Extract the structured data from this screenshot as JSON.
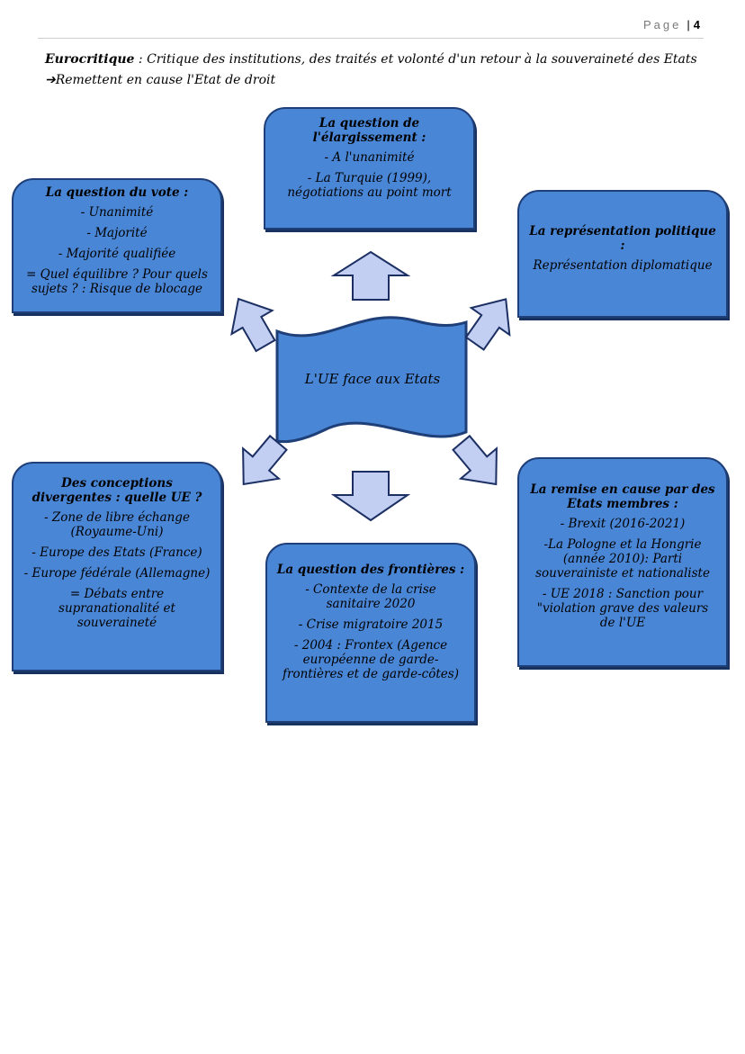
{
  "header": {
    "page_word": "Page",
    "page_number": "4"
  },
  "intro": {
    "term": "Eurocritique",
    "text": " : Critique des institutions, des traités et volonté d'un retour à la souveraineté des Etats ➔Remettent en cause l'Etat de droit"
  },
  "center": {
    "label": "L'UE face aux Etats"
  },
  "boxes": {
    "vote": {
      "title": "La question du vote :",
      "items": [
        "- Unanimité",
        "- Majorité",
        "- Majorité qualifiée",
        "= Quel équilibre ? Pour quels sujets ? : Risque de blocage"
      ]
    },
    "elargissement": {
      "title": "La question de l'élargissement :",
      "items": [
        "- A l'unanimité",
        "- La Turquie (1999), négotiations au point mort"
      ]
    },
    "representation": {
      "title": "La représentation politique :",
      "items": [
        "Représentation diplomatique"
      ]
    },
    "conceptions": {
      "title": "Des conceptions divergentes : quelle UE ?",
      "items": [
        "- Zone de libre échange (Royaume-Uni)",
        "- Europe des Etats (France)",
        "- Europe fédérale (Allemagne)",
        "= Débats entre supranationalité et souveraineté"
      ]
    },
    "frontieres": {
      "title": "La question des frontières :",
      "items": [
        "- Contexte de la crise sanitaire 2020",
        "- Crise migratoire 2015",
        "- 2004 : Frontex (Agence européenne de garde-frontières et de garde-côtes)"
      ]
    },
    "remise": {
      "title": "La remise en cause par des Etats membres :",
      "items": [
        "- Brexit (2016-2021)",
        "-La Pologne et la Hongrie (année 2010): Parti souverainiste et nationaliste",
        "- UE 2018 : Sanction pour \"violation grave des valeurs de l'UE"
      ]
    }
  },
  "colors": {
    "box_fill": "#4a86d6",
    "box_border": "#1f3f78",
    "arrow_fill": "#c3cff2",
    "arrow_stroke": "#1c2f63",
    "banner_fill": "#4a86d6"
  }
}
